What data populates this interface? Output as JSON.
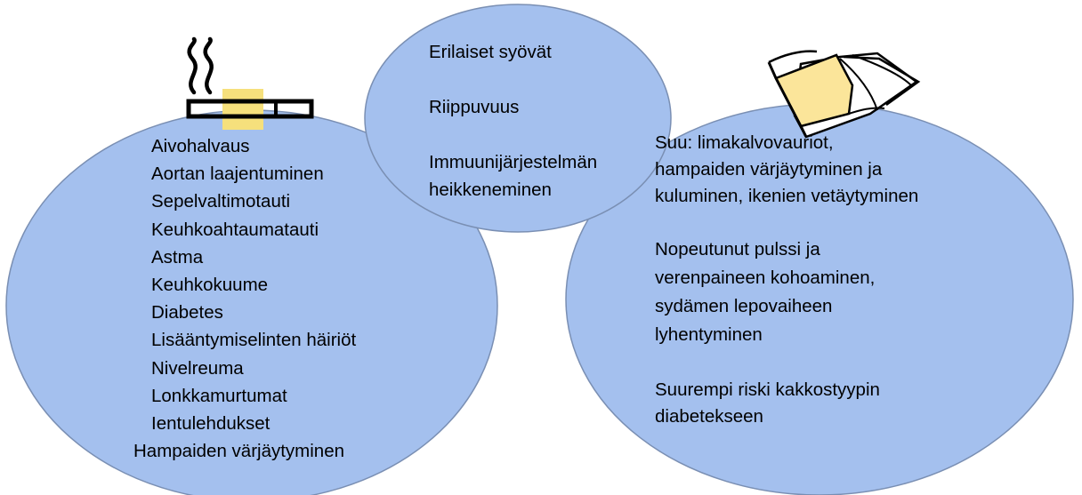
{
  "colors": {
    "circle_fill": "#a4c0ee",
    "circle_stroke": "#7a8fb3",
    "cigarette_stripe": "#f6e07c",
    "book_page": "#fbe59a"
  },
  "icons": {
    "left": "smoking-cigarette-icon",
    "right": "open-book-icon"
  },
  "left_circle": {
    "items": [
      "Aivohalvaus",
      "Aortan laajentuminen",
      "Sepelvaltimotauti",
      "Keuhkoahtaumatauti",
      "Astma",
      "Keuhkokuume",
      "Diabetes",
      "Lisääntymiselinten häiriöt",
      "Nivelreuma",
      "Lonkkamurtumat",
      "Ientulehdukset",
      "Hampaiden värjäytyminen"
    ]
  },
  "center_circle": {
    "items": [
      "Erilaiset syövät",
      "Riippuvuus",
      "Immuunijärjestelmän",
      "heikkeneminen"
    ]
  },
  "right_circle": {
    "paragraphs": [
      [
        " Suu: limakalvovauriot,",
        "hampaiden värjäytyminen ja",
        "kuluminen, ikenien vetäytyminen"
      ],
      [
        "Nopeutunut pulssi ja",
        "verenpaineen kohoaminen,",
        "sydämen lepovaiheen",
        "lyhentyminen"
      ],
      [
        "Suurempi riski kakkostyypin",
        "diabetekseen"
      ]
    ]
  }
}
